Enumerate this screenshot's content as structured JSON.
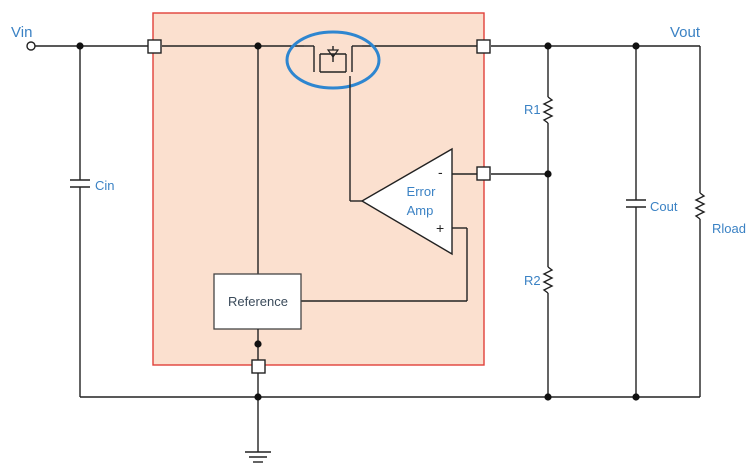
{
  "diagram": {
    "title": "",
    "labels": {
      "vin": "Vin",
      "vout": "Vout",
      "cin": "Cin",
      "cout": "Cout",
      "r1": "R1",
      "r2": "R2",
      "rload": "Rload",
      "amp_line1": "Error",
      "amp_line2": "Amp",
      "amp_minus": "-",
      "amp_plus": "+",
      "reference": "Reference"
    },
    "colors": {
      "regulator_fill": "#fbe0cf",
      "regulator_border": "#e0403a",
      "label_blue": "#3b82c4",
      "highlight_circle": "#2e86d0",
      "wire": "#222222"
    },
    "icons": {
      "pass_transistor": "mosfet-icon",
      "ground": "ground-icon",
      "input_terminal": "terminal-icon"
    }
  }
}
